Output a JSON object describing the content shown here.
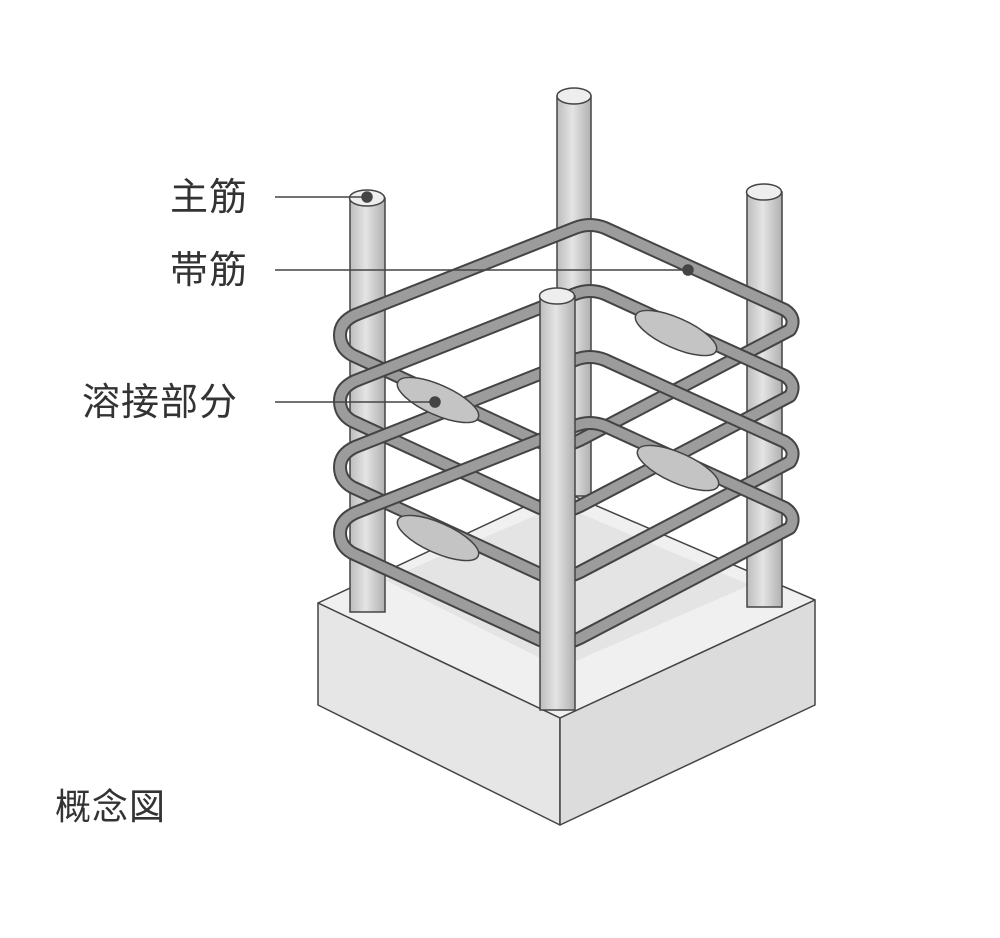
{
  "labels": {
    "main_rebar": "主筋",
    "hoop": "帯筋",
    "weld": "溶接部分",
    "caption": "概念図"
  },
  "colors": {
    "outline": "#444444",
    "rebar_fill": "#d6d6d6",
    "hoop_fill": "#9a9a9a",
    "block_top": "#efefef",
    "block_side": "#e2e2e2",
    "text": "#333333"
  }
}
